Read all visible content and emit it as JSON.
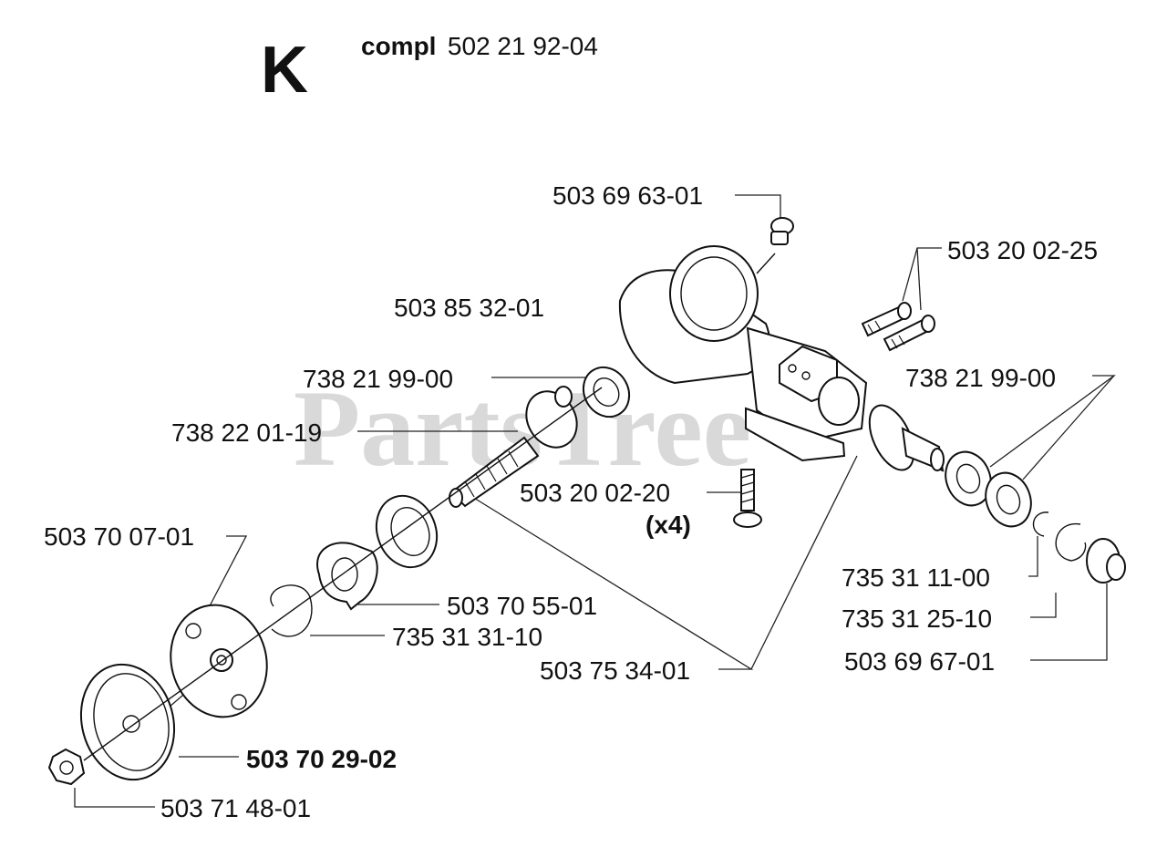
{
  "header": {
    "section_letter": "K",
    "compl_prefix": "compl",
    "compl_number": "502 21 92-04"
  },
  "watermark": {
    "text": "PartsTree",
    "trademark": "™"
  },
  "parts": [
    {
      "id": "p1",
      "number": "503 69 63-01"
    },
    {
      "id": "p2",
      "number": "503 20 02-25"
    },
    {
      "id": "p3",
      "number": "503 85 32-01"
    },
    {
      "id": "p4",
      "number": "738 21 99-00"
    },
    {
      "id": "p5",
      "number": "738 21 99-00"
    },
    {
      "id": "p6",
      "number": "738 22 01-19"
    },
    {
      "id": "p7",
      "number": "503 20 02-20"
    },
    {
      "id": "p8",
      "number": "(x4)"
    },
    {
      "id": "p9",
      "number": "503 70 07-01"
    },
    {
      "id": "p10",
      "number": "503 70 55-01"
    },
    {
      "id": "p11",
      "number": "735 31 31-10"
    },
    {
      "id": "p12",
      "number": "735 31 11-00"
    },
    {
      "id": "p13",
      "number": "735 31 25-10"
    },
    {
      "id": "p14",
      "number": "503 75 34-01"
    },
    {
      "id": "p15",
      "number": "503 69 67-01"
    },
    {
      "id": "p16",
      "number": "503 70 29-02"
    },
    {
      "id": "p17",
      "number": "503 71 48-01"
    }
  ]
}
